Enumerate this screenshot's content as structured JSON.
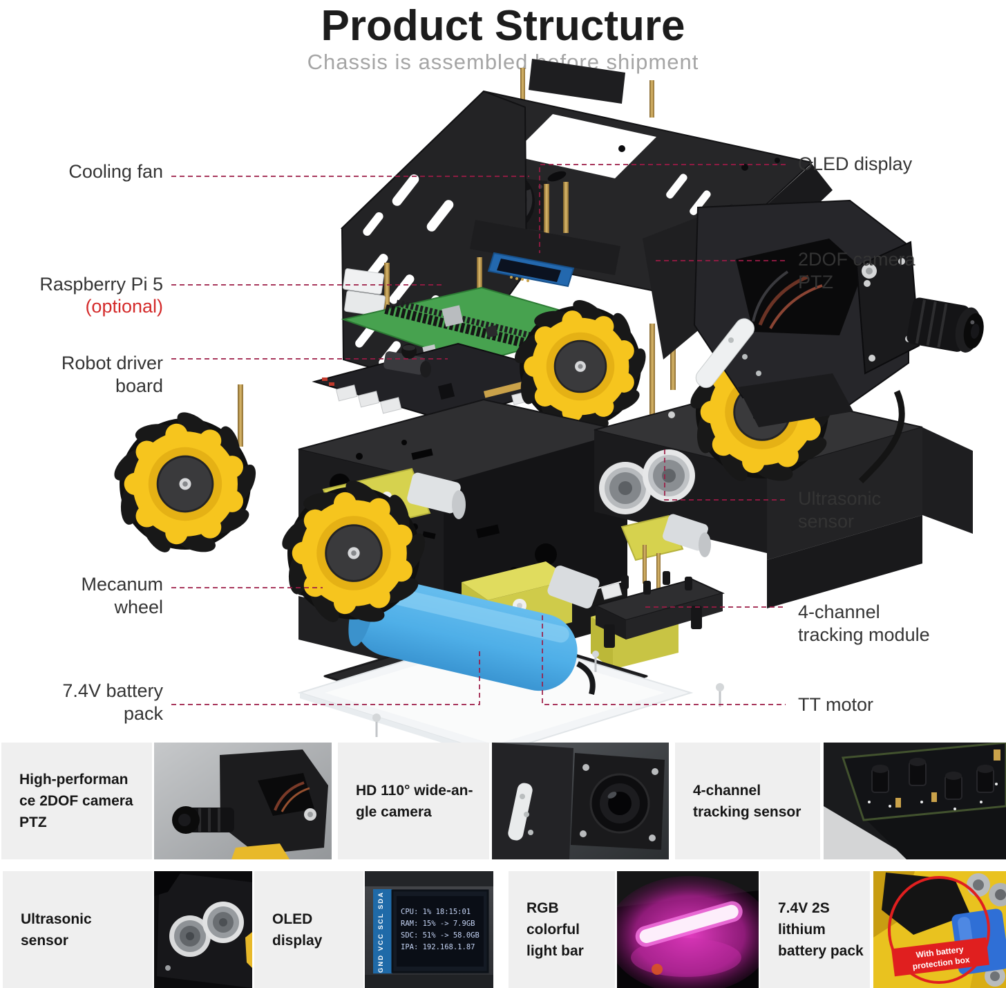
{
  "header": {
    "title": "Product Structure",
    "subtitle": "Chassis is assembled before shipment"
  },
  "diagram": {
    "leader_color": "#9c1b45",
    "labels": {
      "cooling_fan": "Cooling fan",
      "raspberry_pi": "Raspberry Pi 5",
      "raspberry_pi_note": "(optional)",
      "robot_driver": "Robot driver\nboard",
      "mecanum": "Mecanum\nwheel",
      "battery": "7.4V battery\npack",
      "oled": "OLED display",
      "camera": "2DOF camera\nPTZ",
      "ultrasonic": "Ultrasonic\nsensor",
      "tracking": "4-channel\ntracking module",
      "tt_motor": "TT motor"
    }
  },
  "features_row1": [
    {
      "label": "High-performan\nce 2DOF camera\nPTZ"
    },
    {
      "label": "HD 110° wide-an-\ngle camera"
    },
    {
      "label": "4-channel\ntracking sensor"
    }
  ],
  "features_row2": [
    {
      "label": "Ultrasonic\nsensor"
    },
    {
      "label": "OLED\ndisplay"
    },
    {
      "label": "RGB colorful\nlight bar"
    },
    {
      "label": "7.4V 2S\nlithium\nbattery pack"
    }
  ],
  "oled_screen": {
    "pins": "GND VCC SCL SDA",
    "lines": [
      "CPU: 1%   18:15:01",
      "RAM: 15% -> 7.9GB",
      "SDC: 51% -> 58.0GB",
      "IPA: 192.168.1.87"
    ]
  },
  "battery_badge": {
    "line1": "With battery",
    "line2": "protection box"
  },
  "colors": {
    "accent_red": "#d42a2a",
    "leader": "#9c1b45",
    "wheel_yellow": "#f6c51e",
    "battery_blue": "#4fafe8",
    "pcb_green": "#47a24f"
  }
}
